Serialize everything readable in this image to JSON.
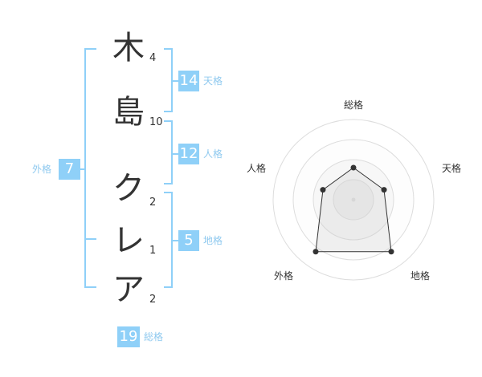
{
  "name": {
    "chars": [
      {
        "char": "木",
        "strokes": "4"
      },
      {
        "char": "島",
        "strokes": "10"
      },
      {
        "char": "ク",
        "strokes": "2"
      },
      {
        "char": "レ",
        "strokes": "1"
      },
      {
        "char": "ア",
        "strokes": "2"
      }
    ]
  },
  "kaku": {
    "tenkaku": {
      "value": "14",
      "label": "天格"
    },
    "jinkaku": {
      "value": "12",
      "label": "人格"
    },
    "chikaku": {
      "value": "5",
      "label": "地格"
    },
    "gaikaku": {
      "value": "7",
      "label": "外格"
    },
    "soukaku": {
      "value": "19",
      "label": "総格"
    }
  },
  "chart_data": {
    "type": "radar",
    "axes": [
      "総格",
      "天格",
      "地格",
      "外格",
      "人格"
    ],
    "values": [
      2,
      2,
      4,
      4,
      2
    ],
    "max": 5,
    "rings": 4
  },
  "colors": {
    "accent": "#8fd0f8",
    "bracket": "#8fd0f8",
    "label": "#8fc9ef"
  }
}
